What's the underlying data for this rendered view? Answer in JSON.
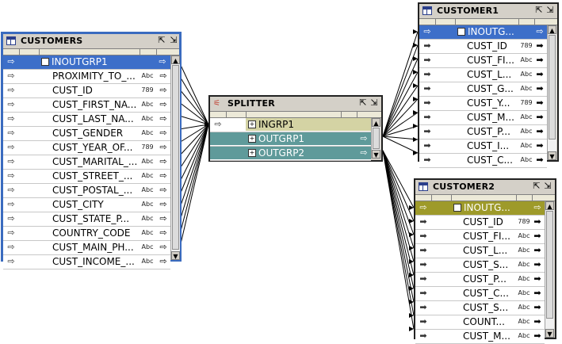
{
  "colors": {
    "select_border": "#3a6bbf",
    "group_blue": "#3d6fc9",
    "group_olive": "#9e9a2a",
    "group_tan": "#d4d3a4",
    "group_teal": "#5f9a9a"
  },
  "icons": {
    "table": "table-icon",
    "splitter": "splitter-icon",
    "maximize": "maximize-icon",
    "minimize": "minimize-icon",
    "in_port": "input-arrow-icon",
    "out_port": "output-arrow-icon",
    "expand": "expand-icon",
    "collapse": "collapse-icon"
  },
  "customers": {
    "title": "CUSTOMERS",
    "group": {
      "name": "INOUTGRP1",
      "sign": "⊟"
    },
    "rows": [
      {
        "name": "PROXIMITY_TO_...",
        "type": "Abc"
      },
      {
        "name": "CUST_ID",
        "type": "789"
      },
      {
        "name": "CUST_FIRST_NA...",
        "type": "Abc"
      },
      {
        "name": "CUST_LAST_NA...",
        "type": "Abc"
      },
      {
        "name": "CUST_GENDER",
        "type": "Abc"
      },
      {
        "name": "CUST_YEAR_OF...",
        "type": "789"
      },
      {
        "name": "CUST_MARITAL_...",
        "type": "Abc"
      },
      {
        "name": "CUST_STREET_...",
        "type": "Abc"
      },
      {
        "name": "CUST_POSTAL_...",
        "type": "Abc"
      },
      {
        "name": "CUST_CITY",
        "type": "Abc"
      },
      {
        "name": "CUST_STATE_P...",
        "type": "Abc"
      },
      {
        "name": "COUNTRY_CODE",
        "type": "Abc"
      },
      {
        "name": "CUST_MAIN_PH...",
        "type": "Abc"
      },
      {
        "name": "CUST_INCOME_...",
        "type": "Abc"
      }
    ]
  },
  "splitter": {
    "title": "SPLITTER",
    "groups": [
      {
        "name": "INGRP1",
        "sign": "⊞"
      },
      {
        "name": "OUTGRP1",
        "sign": "⊞"
      },
      {
        "name": "OUTGRP2",
        "sign": "⊞"
      }
    ]
  },
  "customer1": {
    "title": "CUSTOMER1",
    "group": {
      "name": "INOUTG...",
      "sign": "⊟"
    },
    "rows": [
      {
        "name": "CUST_ID",
        "type": "789"
      },
      {
        "name": "CUST_FI...",
        "type": "Abc"
      },
      {
        "name": "CUST_L...",
        "type": "Abc"
      },
      {
        "name": "CUST_G...",
        "type": "Abc"
      },
      {
        "name": "CUST_Y...",
        "type": "789"
      },
      {
        "name": "CUST_M...",
        "type": "Abc"
      },
      {
        "name": "CUST_P...",
        "type": "Abc"
      },
      {
        "name": "CUST_I...",
        "type": "Abc"
      },
      {
        "name": "CUST_C...",
        "type": "Abc"
      }
    ]
  },
  "customer2": {
    "title": "CUSTOMER2",
    "group": {
      "name": "INOUTG...",
      "sign": "⊟"
    },
    "rows": [
      {
        "name": "CUST_ID",
        "type": "789"
      },
      {
        "name": "CUST_FI...",
        "type": "Abc"
      },
      {
        "name": "CUST_L...",
        "type": "Abc"
      },
      {
        "name": "CUST_S...",
        "type": "Abc"
      },
      {
        "name": "CUST_P...",
        "type": "Abc"
      },
      {
        "name": "CUST_C...",
        "type": "Abc"
      },
      {
        "name": "CUST_S...",
        "type": "Abc"
      },
      {
        "name": "COUNT...",
        "type": "Abc"
      },
      {
        "name": "CUST_M...",
        "type": "Abc"
      }
    ]
  }
}
